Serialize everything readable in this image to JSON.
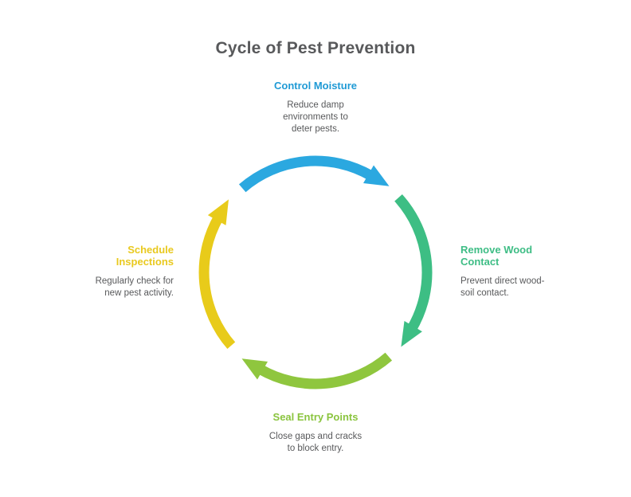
{
  "title": "Cycle of Pest Prevention",
  "title_color": "#58595B",
  "body_text_color": "#58595B",
  "background_color": "#FFFFFF",
  "segments": [
    {
      "id": "control-moisture",
      "position": "top",
      "label": "Control Moisture",
      "desc": "Reduce damp environments to deter pests.",
      "arrow_color": "#2BA8E0",
      "label_color": "#1F9AD5"
    },
    {
      "id": "remove-wood-contact",
      "position": "right",
      "label": "Remove Wood Contact",
      "desc": "Prevent direct wood-soil contact.",
      "arrow_color": "#3DBE84",
      "label_color": "#3EBD85"
    },
    {
      "id": "seal-entry-points",
      "position": "bottom",
      "label": "Seal Entry Points",
      "desc": "Close gaps and cracks to block entry.",
      "arrow_color": "#8FC63E",
      "label_color": "#8AC43E"
    },
    {
      "id": "schedule-inspections",
      "position": "left",
      "label": "Schedule Inspections",
      "desc": "Regularly check for new pest activity.",
      "arrow_color": "#E8CB1A",
      "label_color": "#E9C91F"
    }
  ]
}
